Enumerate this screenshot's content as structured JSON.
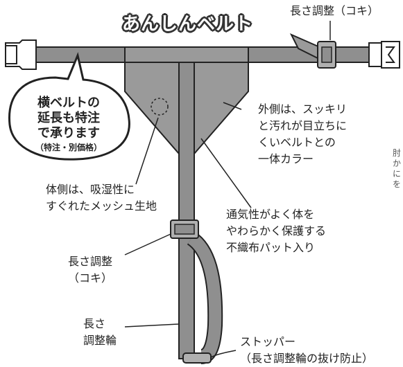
{
  "title": "あんしんベルト",
  "callout": {
    "line1": "横ベルトの",
    "line2": "延長も特注",
    "line3": "で承ります",
    "line4": "（特注・別価格）"
  },
  "labels": {
    "top_adjuster": "長さ調整（コキ）",
    "outer_line1": "外側は、スッキリ",
    "outer_line2": "と汚れが目立ちに",
    "outer_line3": "くいベルトとの",
    "outer_line4": "一体カラー",
    "inner_line1": "体側は、吸湿性に",
    "inner_line2": "すぐれたメッシュ生地",
    "fabric_line1": "通気性がよく体を",
    "fabric_line2": "やわらかく保護する",
    "fabric_line3": "不織布パット入り",
    "mid_adjuster_line1": "長さ調整",
    "mid_adjuster_line2": "（コキ）",
    "ring_line1": "長さ",
    "ring_line2": "調整輪",
    "stopper_line1": "ストッパー",
    "stopper_line2": "（長さ調整輪の抜け防止）"
  },
  "side_text": "肘かにを",
  "colors": {
    "belt": "#8f8f8f",
    "pad": "#9a9a9a",
    "outline": "#222222"
  }
}
